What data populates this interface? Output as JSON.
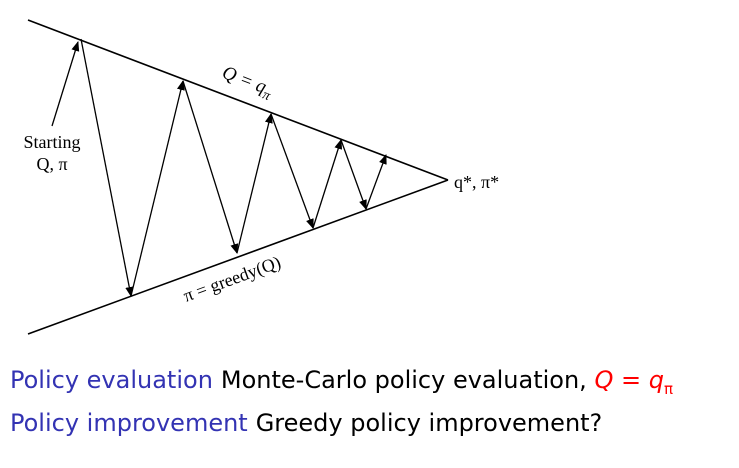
{
  "diagram": {
    "top_label": "Q = q",
    "top_label_sub": "π",
    "bottom_label": "π = greedy(Q)",
    "start_label_line1": "Starting",
    "start_label_line2": "Q, π",
    "end_label": "q*, π*"
  },
  "captions": {
    "evaluation": {
      "term": "Policy evaluation",
      "text": "Monte-Carlo policy evaluation,",
      "math": "Q = q",
      "math_sub": "π"
    },
    "improvement": {
      "term": "Policy improvement",
      "text": "Greedy policy improvement?"
    }
  },
  "colors": {
    "term": "#3333b3",
    "math": "#ff0000"
  }
}
